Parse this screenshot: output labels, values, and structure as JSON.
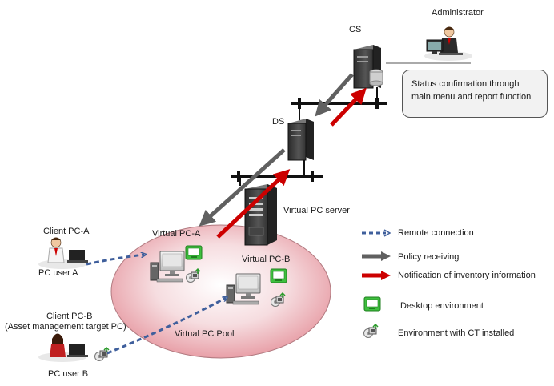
{
  "nodes": {
    "administrator": "Administrator",
    "cs": "CS",
    "ds": "DS",
    "virtual_pc_server": "Virtual PC server",
    "virtual_pc_a": "Virtual PC-A",
    "virtual_pc_b": "Virtual PC-B",
    "virtual_pc_pool": "Virtual PC Pool",
    "client_pc_a": "Client PC-A",
    "pc_user_a": "PC user A",
    "client_pc_b": "Client PC-B",
    "client_pc_b_note": "(Asset management target PC)",
    "pc_user_b": "PC user B"
  },
  "callout": {
    "line1": "Status confirmation through",
    "line2": "main menu and report function"
  },
  "legend": {
    "remote_connection": "Remote connection",
    "policy_receiving": "Policy receiving",
    "inventory_notification": "Notification of inventory information",
    "desktop_environment": "Desktop environment",
    "ct_installed": "Environment with CT installed"
  },
  "colors": {
    "remote": "#3f5f9c",
    "policy": "#606060",
    "inventory": "#cc0000",
    "desktop_green": "#3fbf3f",
    "pool_pink": "#e8a0a8"
  }
}
